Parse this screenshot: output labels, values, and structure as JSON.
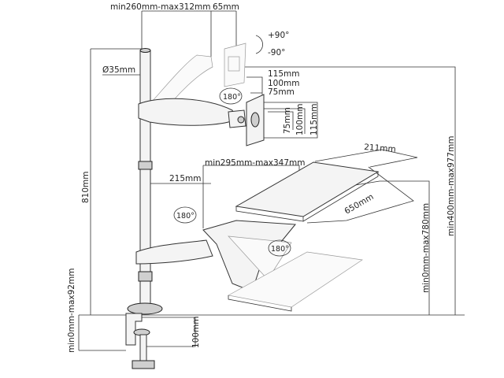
{
  "title": "Monitor arm with keyboard tray dimension diagram",
  "labels": {
    "arm_reach": "min260mm-max312mm",
    "head_depth": "65mm",
    "tilt_up": "+90°",
    "tilt_down": "-90°",
    "pole_diameter": "Ø35mm",
    "vesa_115_h": "115mm",
    "vesa_100_h": "100mm",
    "vesa_75_h": "75mm",
    "vesa_75_v": "75mm",
    "vesa_100_v": "100mm",
    "vesa_115_v": "115mm",
    "swivel_monitor": "180°",
    "pole_height": "810mm",
    "tray_depth": "211mm",
    "tray_reach": "min295mm-max347mm",
    "tray_arm_offset": "215mm",
    "tray_width": "650mm",
    "swivel_arm": "180°",
    "swivel_tray": "180°",
    "tray_height": "min0mm-max780mm",
    "monitor_height": "min400mm-max977mm",
    "clamp_thickness": "min0mm-max92mm",
    "clamp_depth": "100mm"
  }
}
